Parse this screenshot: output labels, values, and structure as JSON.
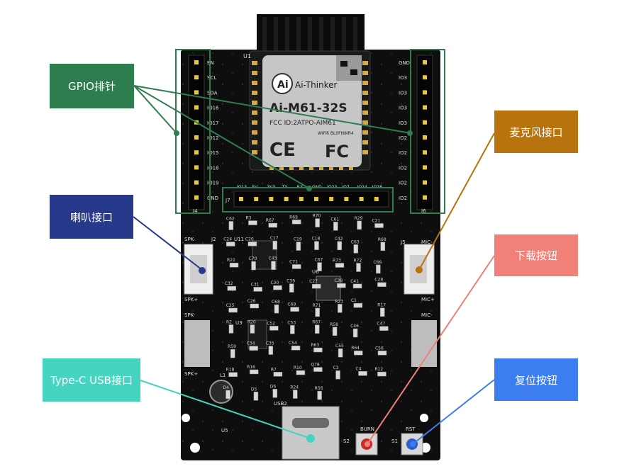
{
  "callouts": {
    "gpio": "GPIO排针",
    "mic": "麦克风接口",
    "speaker": "喇叭接口",
    "download": "下载按钮",
    "usb": "Type-C USB接口",
    "reset": "复位按钮"
  },
  "module": {
    "logo": "Ai",
    "brand": "Ai-Thinker",
    "model": "Ai-M61-32S",
    "fcc": "FCC ID:2ATPO-AIM61",
    "wifi": "WiFi6  BL0FN8IR4",
    "ce": "CE",
    "fc": "FC"
  },
  "board": {
    "u1": "U1",
    "j4": "J4",
    "j6": "J6",
    "j7": "J7",
    "left_pins": [
      "EN",
      "SCL",
      "SDA",
      "IO16",
      "IO17",
      "IO12",
      "IO15",
      "IO18",
      "IO19",
      "GND"
    ],
    "right_pins": [
      "GND",
      "IO3",
      "IO3",
      "IO3",
      "IO3",
      "IO2",
      "IO2",
      "IO2",
      "IO2",
      "IO2"
    ],
    "bottom_pins": [
      "IO13",
      "5V",
      "3V3",
      "TX",
      "RX",
      "GND",
      "IO23",
      "IO7",
      "IO24",
      "IO28"
    ],
    "spk_minus": "SPK-",
    "spk_plus": "SPK+",
    "mic_minus": "MIC-",
    "mic_plus": "MIC+",
    "j2": "J2",
    "j5": "J5",
    "u3": "U3",
    "u5": "U5",
    "u6": "U6",
    "u11": "U11",
    "l1": "L1",
    "usb2": "USB2",
    "s1": "S1",
    "s2": "S2",
    "burn": "BURN",
    "rst": "RST",
    "comps": [
      "C62",
      "R3",
      "R67",
      "R69",
      "R70",
      "C61",
      "R29",
      "C21",
      "C24",
      "C20",
      "C17",
      "C19",
      "C18",
      "C42",
      "C63",
      "R68",
      "R22",
      "C70",
      "C43",
      "C71",
      "C67",
      "R73",
      "R72",
      "C66",
      "C32",
      "C31",
      "C30",
      "C39",
      "C27",
      "C38",
      "C41",
      "C28",
      "C25",
      "C26",
      "C68",
      "C69",
      "R71",
      "R23",
      "C1",
      "R17",
      "R2",
      "R20",
      "C52",
      "C53",
      "R67",
      "R58",
      "C46",
      "C47",
      "R59",
      "C34",
      "C35",
      "C54",
      "R63",
      "C55",
      "R64",
      "C56",
      "R18",
      "R16",
      "R7",
      "R10",
      "Q78",
      "C3",
      "C4",
      "R12",
      "D4",
      "D5",
      "D6",
      "R24",
      "R56"
    ]
  }
}
